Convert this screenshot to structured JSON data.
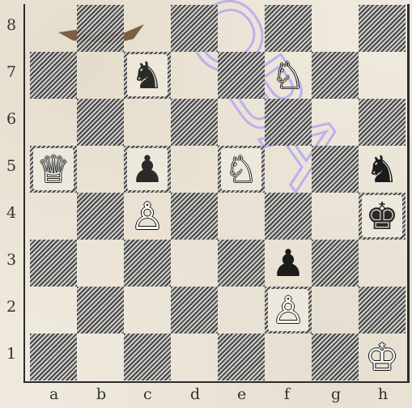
{
  "board": {
    "files": [
      "a",
      "b",
      "c",
      "d",
      "e",
      "f",
      "g",
      "h"
    ],
    "ranks": [
      "8",
      "7",
      "6",
      "5",
      "4",
      "3",
      "2",
      "1"
    ],
    "pieces": [
      {
        "square": "c7",
        "type": "knight",
        "color": "black",
        "glyph": "♞"
      },
      {
        "square": "f7",
        "type": "knight",
        "color": "white",
        "glyph": "♘"
      },
      {
        "square": "a5",
        "type": "queen",
        "color": "white",
        "glyph": "♕"
      },
      {
        "square": "c5",
        "type": "pawn",
        "color": "black",
        "glyph": "♟"
      },
      {
        "square": "e5",
        "type": "knight",
        "color": "white",
        "glyph": "♘"
      },
      {
        "square": "h5",
        "type": "knight",
        "color": "black",
        "glyph": "♞"
      },
      {
        "square": "c4",
        "type": "pawn",
        "color": "white",
        "glyph": "♙"
      },
      {
        "square": "h4",
        "type": "king",
        "color": "black",
        "glyph": "♚"
      },
      {
        "square": "f3",
        "type": "pawn",
        "color": "black",
        "glyph": "♟"
      },
      {
        "square": "f2",
        "type": "pawn",
        "color": "white",
        "glyph": "♙"
      },
      {
        "square": "h1",
        "type": "king",
        "color": "white",
        "glyph": "♔"
      }
    ]
  },
  "colors": {
    "paper": "#efe9dd",
    "dark_square": "#3a3a3a",
    "watermark": "#b8a6f2"
  },
  "watermark_text": "OBA"
}
